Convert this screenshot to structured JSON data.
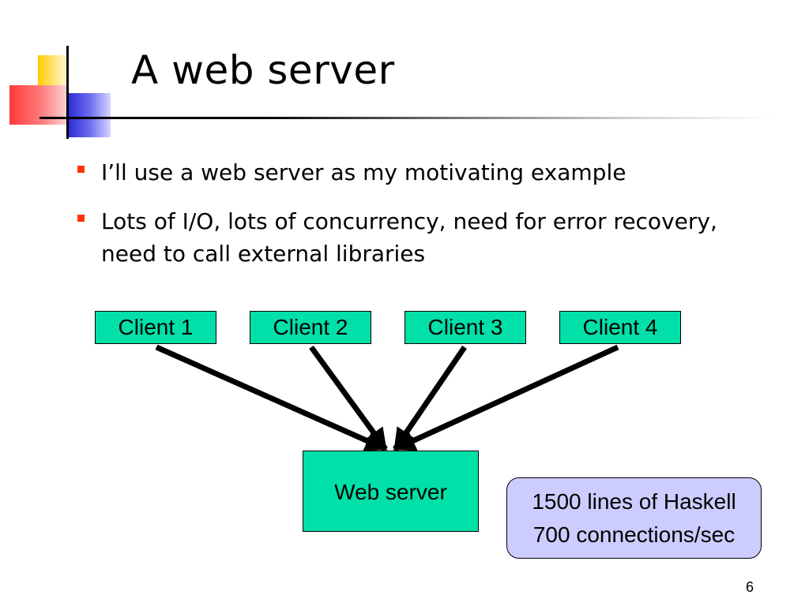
{
  "slide": {
    "title": "A web server",
    "bullets": [
      "I’ll use a web server as my motivating example",
      "Lots of I/O, lots of concurrency, need for error recovery, need to call external libraries"
    ],
    "page_number": "6"
  },
  "diagram": {
    "clients": [
      "Client 1",
      "Client 2",
      "Client 3",
      "Client 4"
    ],
    "server": "Web server",
    "note": [
      "1500 lines of Haskell",
      "700 connections/sec"
    ]
  },
  "colors": {
    "node_fill": "#00e0a8",
    "note_fill": "#ccccff",
    "bullet_marker": "#ff3300"
  }
}
